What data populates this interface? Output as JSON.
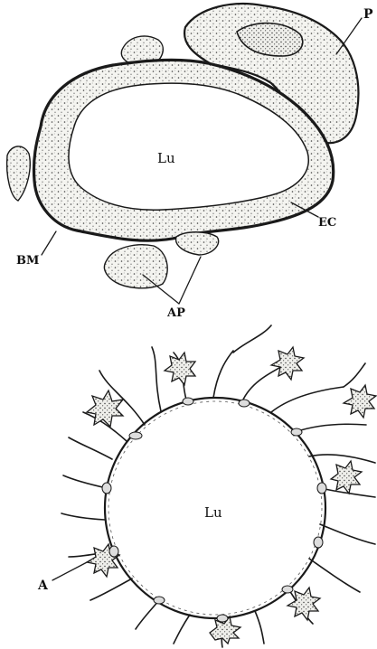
{
  "figure": {
    "top_panel": {
      "labels": {
        "lumen": "Lu",
        "pericyte": "P",
        "endothelial_cell": "EC",
        "basement_membrane": "BM",
        "astrocyte_processes": "AP"
      }
    },
    "bottom_panel": {
      "labels": {
        "lumen": "Lu",
        "astrocyte": "A"
      }
    }
  }
}
